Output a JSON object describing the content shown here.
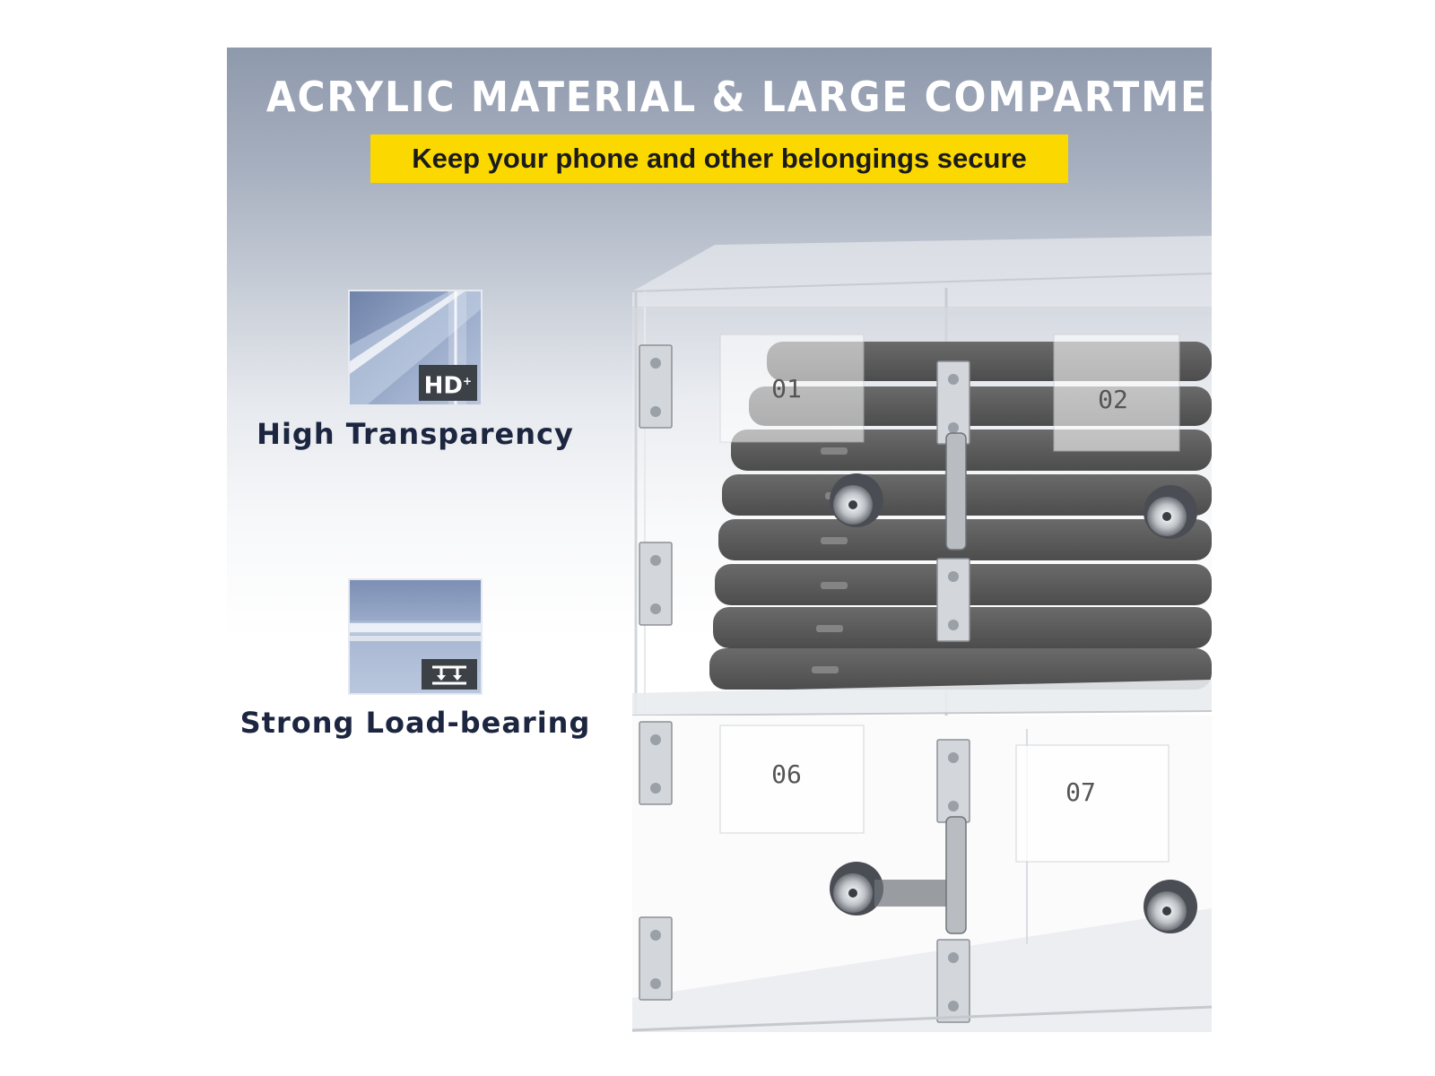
{
  "headline": "ACRYLIC MATERIAL & LARGE COMPARTMENTS",
  "subheadline": "Keep your phone and other belongings secure",
  "features": [
    {
      "label": "High Transparency",
      "badge": "HD",
      "icon": "glass-edge-hd-icon"
    },
    {
      "label": "Strong Load-bearing",
      "icon": "load-bearing-icon"
    }
  ],
  "locker_tags": [
    "01",
    "02",
    "06",
    "07"
  ],
  "colors": {
    "banner": "#fbd800",
    "label_text": "#1d2640",
    "header_gradient_top": "#8e99ac"
  }
}
